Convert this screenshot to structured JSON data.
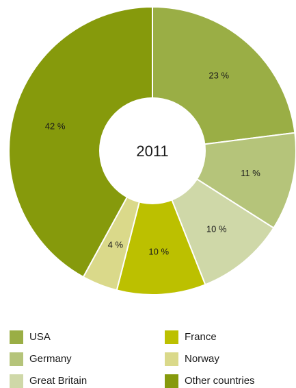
{
  "chart_data": {
    "type": "pie",
    "center_label": "2011",
    "categories": [
      "USA",
      "Germany",
      "France",
      "Norway",
      "Great Britain",
      "Other countries"
    ],
    "slices": [
      {
        "name": "USA",
        "value": 23,
        "label": "23 %",
        "color": "#9aae45"
      },
      {
        "name": "Germany",
        "value": 11,
        "label": "11 %",
        "color": "#b5c47a"
      },
      {
        "name": "Great Britain",
        "value": 10,
        "label": "10 %",
        "color": "#cfd8a8"
      },
      {
        "name": "France",
        "value": 10,
        "label": "10 %",
        "color": "#bcc000"
      },
      {
        "name": "Norway",
        "value": 4,
        "label": "4 %",
        "color": "#dad98a"
      },
      {
        "name": "Other countries",
        "value": 42,
        "label": "42 %",
        "color": "#869a0c"
      }
    ]
  },
  "legend": {
    "items": [
      {
        "label": "USA",
        "color": "#9aae45"
      },
      {
        "label": "France",
        "color": "#bcc000"
      },
      {
        "label": "Germany",
        "color": "#b5c47a"
      },
      {
        "label": "Norway",
        "color": "#dad98a"
      },
      {
        "label": "Great Britain",
        "color": "#cfd8a8"
      },
      {
        "label": "Other countries",
        "color": "#869a0c"
      }
    ]
  }
}
